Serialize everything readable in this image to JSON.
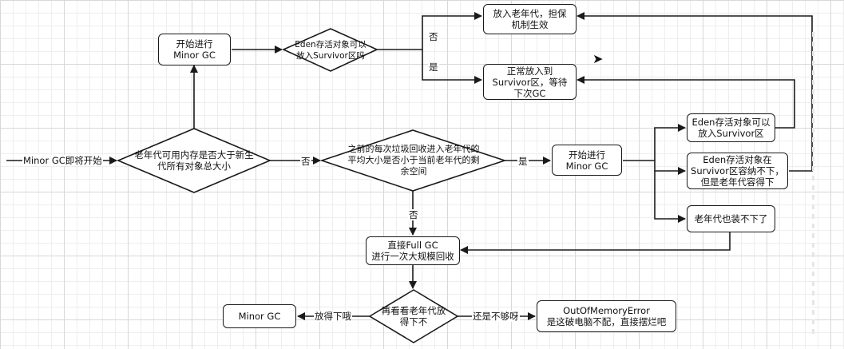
{
  "start_label": "Minor GC即将开始",
  "nodes": {
    "d_old_mem": "老年代可用内存是否大于新生\n代所有对象总大小",
    "start_gc_top": "开始进行\nMinor GC",
    "d_eden_fit": "Eden存活对象可以\n放入Survivor区吗",
    "to_old_guarantee": "放入老年代，担保\n机制生效",
    "to_survivor": "正常放入到\nSurvivor区，等待\n下次GC",
    "d_avg_promote": "之前的每次垃圾回收进入老年代的\n平均大小是否小于当前老年代的剩\n余空间",
    "start_gc_mid": "开始进行\nMinor GC",
    "r_fit_survivor": "Eden存活对象可以\n放入Survivor区",
    "r_fit_old": "Eden存活对象在\nSurvivor区容纳不下，\n但是老年代容得下",
    "r_old_full": "老年代也装不下了",
    "full_gc": "直接Full GC\n进行一次大规模回收",
    "d_check_again": "再看看老年代放\n得下不",
    "minor_gc_end": "Minor GC",
    "oom": "OutOfMemoryError\n是这破电脑不配，直接摆烂吧"
  },
  "edge_labels": {
    "no_avg": "否",
    "yes_avg": "是",
    "no_top": "否",
    "yes_top": "是",
    "no_full": "否",
    "fits": "放得下哦",
    "not_enough": "还是不够呀"
  },
  "colors": {
    "stroke": "#1a1a1a",
    "grid": "#d8d8d8"
  }
}
